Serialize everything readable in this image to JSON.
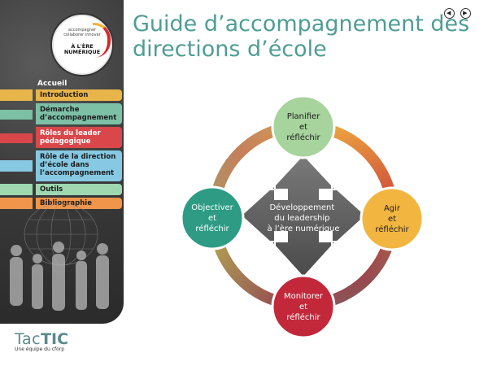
{
  "header": {
    "title_line1": "Guide d’accompagnement des",
    "title_line2": "directions d’école"
  },
  "logo": {
    "sub": "accompagner collaborer innover",
    "main_line1": "À L'ÈRE",
    "main_line2": "NUMÉRIQUE"
  },
  "nav_controls": {
    "prev": "◀",
    "next": "▶"
  },
  "sidebar": {
    "home": "Accueil",
    "items": [
      {
        "lines": [
          "Introduction"
        ],
        "color": "#e8b54a"
      },
      {
        "lines": [
          "Démarche",
          "d’accompagnement"
        ],
        "color": "#7cc0a6"
      },
      {
        "lines": [
          "Rôles du leader",
          "pédagogique"
        ],
        "color": "#d9474a"
      },
      {
        "lines": [
          "Rôle de la direction",
          "d’école dans",
          "l’accompagnement"
        ],
        "color": "#87c9e3"
      },
      {
        "lines": [
          "Outils"
        ],
        "color": "#9ed7b0"
      },
      {
        "lines": [
          "Bibliographie"
        ],
        "color": "#f0954a"
      }
    ]
  },
  "footer": {
    "brand_a": "Tac",
    "brand_b": "TIC",
    "tagline": "Une équipe du cforp"
  },
  "diagram": {
    "center": [
      "Développement",
      "du leadership",
      "à l’ère numérique"
    ],
    "nodes": [
      {
        "id": "top",
        "lines": [
          "Planifier",
          "et",
          "réfléchir"
        ],
        "color": "#a7d39d"
      },
      {
        "id": "right",
        "lines": [
          "Agir",
          "et",
          "réfléchir"
        ],
        "color": "#f2b640"
      },
      {
        "id": "bottom",
        "lines": [
          "Monitorer",
          "et",
          "réfléchir"
        ],
        "color": "#c2283a"
      },
      {
        "id": "left",
        "lines": [
          "Objectiver",
          "et",
          "réfléchir"
        ],
        "color": "#2e9b85"
      }
    ]
  }
}
